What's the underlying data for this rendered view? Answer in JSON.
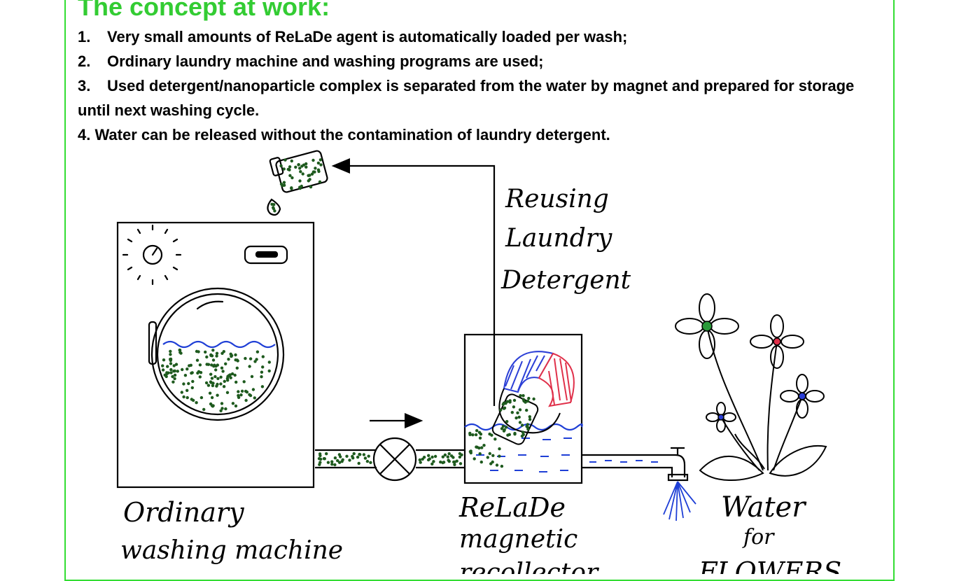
{
  "title": "The concept at work:",
  "steps": [
    {
      "num": "1.",
      "text": "Very small amounts of ReLaDe agent is automatically loaded per wash;"
    },
    {
      "num": "2.",
      "text": "Ordinary laundry machine and washing programs are used;"
    },
    {
      "num": "3.",
      "text": "Used detergent/nanoparticle complex is separated from the water by magnet and prepared for storage until next washing cycle."
    },
    {
      "num": "4.",
      "text": "Water can be released without the contamination of laundry detergent."
    }
  ],
  "labels": {
    "reuse": [
      "Reusing",
      "Laundry",
      "Detergent"
    ],
    "machine": [
      "Ordinary",
      "washing machine"
    ],
    "recollector": [
      "ReLaDe",
      "magnetic",
      "recollector"
    ],
    "water": [
      "Water",
      "for",
      "FLOWERS"
    ]
  },
  "colors": {
    "frame": "#33dd33",
    "title": "#33cc33",
    "water": "#1f3fd6",
    "particles": "#1e5a1e",
    "magnet_north": "#e0304a",
    "magnet_south": "#2b3fd6",
    "flower_green": "#2a9a3a",
    "flower_red": "#e0304a",
    "flower_blue": "#2b3fd6"
  }
}
